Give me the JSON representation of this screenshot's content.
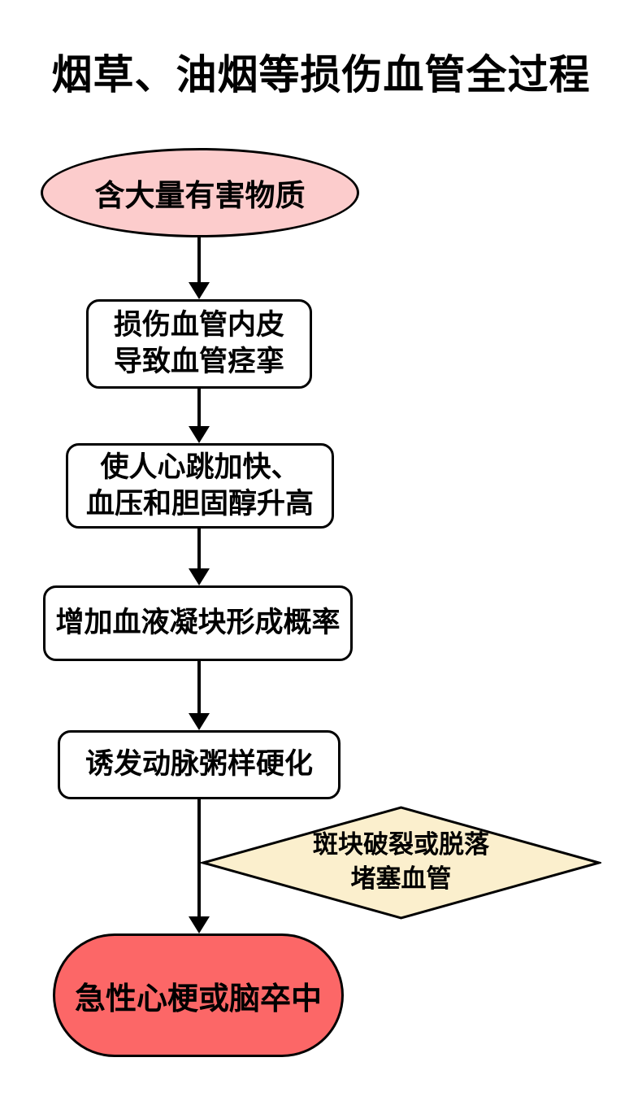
{
  "title": "烟草、油烟等损伤血管全过程",
  "colors": {
    "background": "#ffffff",
    "stroke": "#000000",
    "text": "#000000",
    "start_fill": "#fccccc",
    "process_fill": "#ffffff",
    "decision_fill": "#fbefcd",
    "end_fill": "#fc6767"
  },
  "nodes": {
    "start": {
      "shape": "ellipse",
      "label": "含大量有害物质"
    },
    "step1": {
      "shape": "rounded-rect",
      "line1": "损伤血管内皮",
      "line2": "导致血管痉挛"
    },
    "step2": {
      "shape": "rounded-rect",
      "line1": "使人心跳加快、",
      "line2": "血压和胆固醇升高"
    },
    "step3": {
      "shape": "rounded-rect",
      "label": "增加血液凝块形成概率"
    },
    "step4": {
      "shape": "rounded-rect",
      "label": "诱发动脉粥样硬化"
    },
    "decision": {
      "shape": "diamond",
      "line1": "斑块破裂或脱落",
      "line2": "堵塞血管"
    },
    "end": {
      "shape": "pill",
      "label": "急性心梗或脑卒中"
    }
  }
}
